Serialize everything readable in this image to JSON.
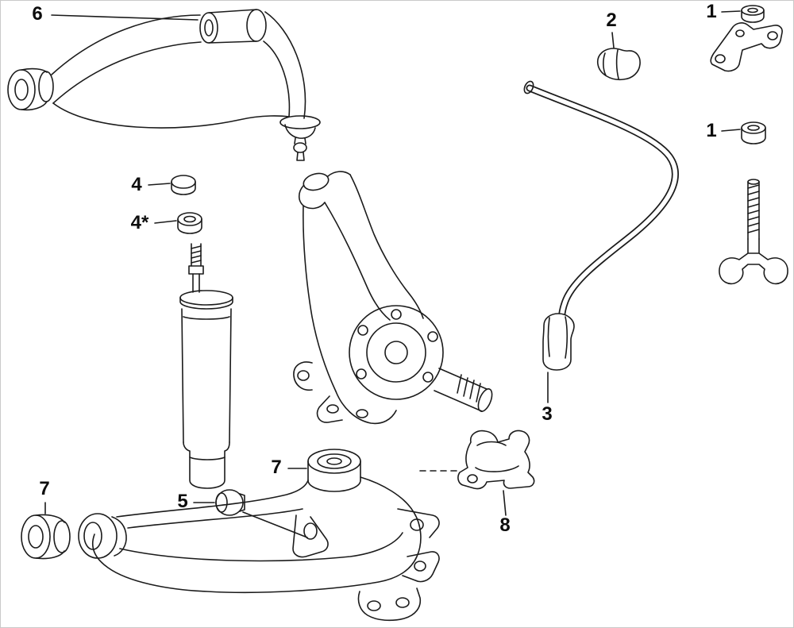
{
  "diagram": {
    "type": "exploded-parts-diagram",
    "callouts": {
      "c6": "6",
      "c1_top": "1",
      "c2": "2",
      "c1_mid": "1",
      "c4": "4",
      "c4_star": "4*",
      "c3": "3",
      "c7_front": "7",
      "c7_rear": "7",
      "c5": "5",
      "c8": "8"
    }
  }
}
